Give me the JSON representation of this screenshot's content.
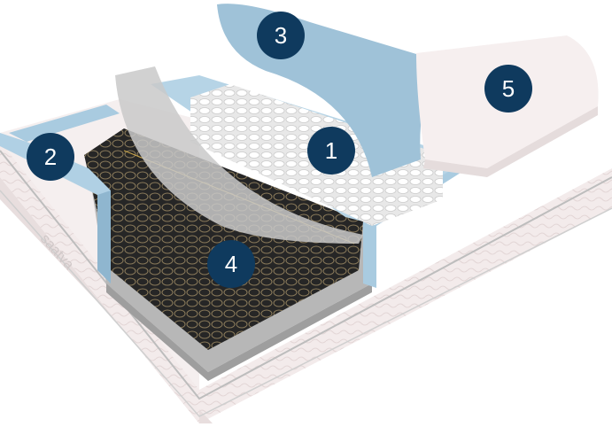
{
  "colors": {
    "marker": "#0f3a5e",
    "foam": "#a9cbe0",
    "cover": "#f4eeee",
    "frame": "#bdbdbd",
    "coils": "#2b2b2b"
  },
  "logo": "saatva",
  "markers": [
    {
      "label": "1"
    },
    {
      "label": "2"
    },
    {
      "label": "3"
    },
    {
      "label": "4"
    },
    {
      "label": "5"
    }
  ]
}
